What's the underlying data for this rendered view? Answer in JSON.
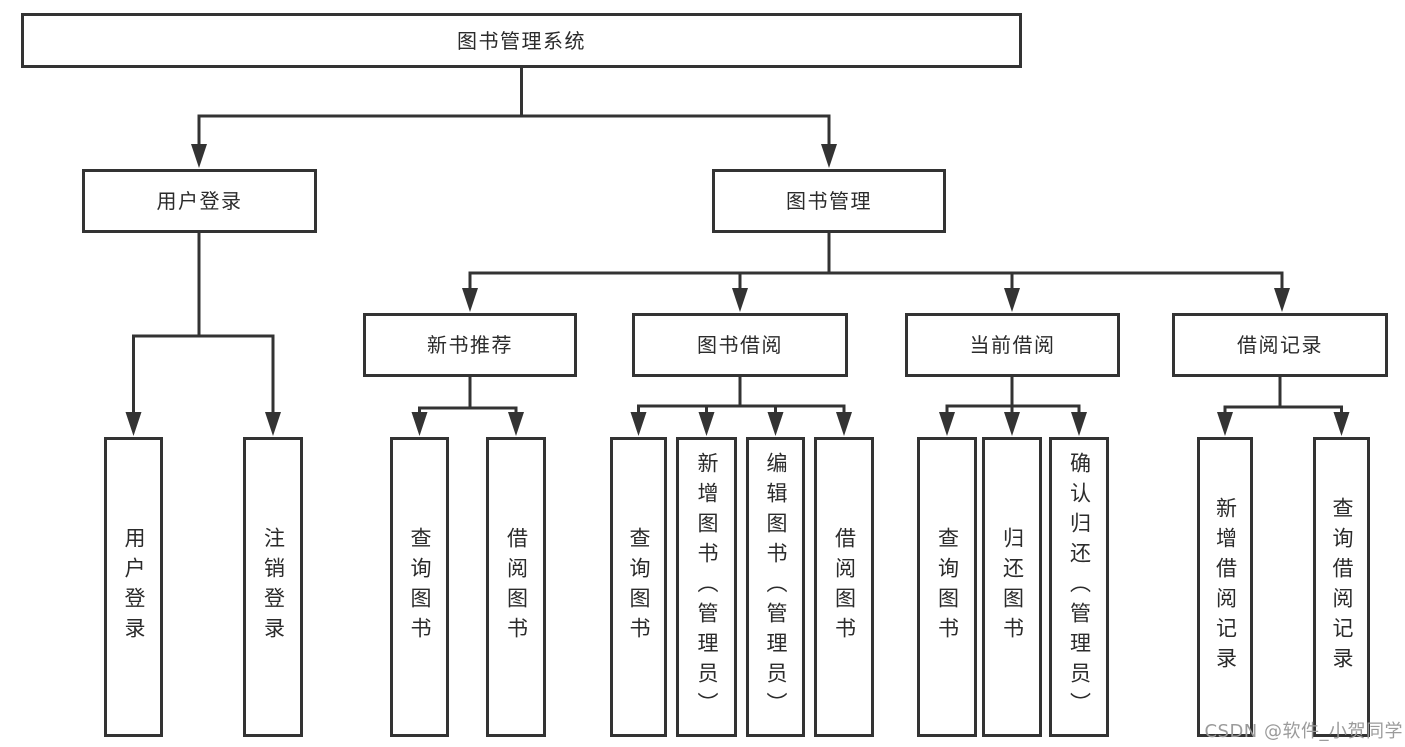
{
  "diagram": {
    "tree": {
      "label": "图书管理系统",
      "children": [
        {
          "label": "用户登录",
          "children": [
            {
              "label": "用户登录"
            },
            {
              "label": "注销登录"
            }
          ]
        },
        {
          "label": "图书管理",
          "children": [
            {
              "label": "新书推荐",
              "children": [
                {
                  "label": "查询图书"
                },
                {
                  "label": "借阅图书"
                }
              ]
            },
            {
              "label": "图书借阅",
              "children": [
                {
                  "label": "查询图书"
                },
                {
                  "label": "新增图书（管理员）"
                },
                {
                  "label": "编辑图书（管理员）"
                },
                {
                  "label": "借阅图书"
                }
              ]
            },
            {
              "label": "当前借阅",
              "children": [
                {
                  "label": "查询图书"
                },
                {
                  "label": "归还图书"
                },
                {
                  "label": "确认归还（管理员）"
                }
              ]
            },
            {
              "label": "借阅记录",
              "children": [
                {
                  "label": "新增借阅记录"
                },
                {
                  "label": "查询借阅记录"
                }
              ]
            }
          ]
        }
      ]
    }
  },
  "watermark": {
    "text": "CSDN @软件_小贺同学"
  },
  "colors": {
    "line": "#333333",
    "box_border": "#333333",
    "text": "#2b2b2b",
    "watermark": "#9b9b9b",
    "background": "#ffffff"
  }
}
